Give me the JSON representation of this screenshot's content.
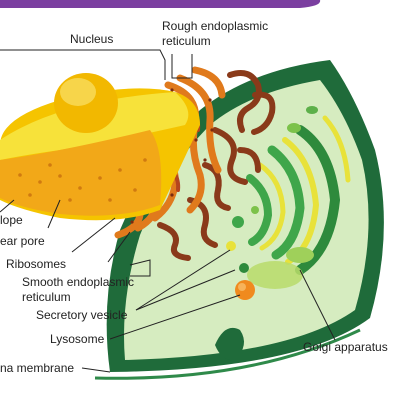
{
  "labels": {
    "nucleus": "Nucleus",
    "rough_er_line1": "Rough endoplasmic",
    "rough_er_line2": "reticulum",
    "envelope_fragment": "lope",
    "pore_fragment": "ear pore",
    "ribosomes": "Ribosomes",
    "smooth_er_line1": "Smooth endoplasmic",
    "smooth_er_line2": "reticulum",
    "secretory_vesicle": "Secretory vesicle",
    "lysosome": "Lysosome",
    "plasma_membrane_fragment": "na membrane",
    "golgi": "Golgi apparatus"
  },
  "colors": {
    "header_band": "#7b3fa0",
    "cytoplasm_dark": "#1f6b3a",
    "cytoplasm_light": "#d6ecc0",
    "nucleus_yellow": "#f5d000",
    "nucleolus": "#f2b800",
    "rough_er": "#e07a1c",
    "smooth_er": "#8a3a1a",
    "golgi_green": "#3fa64a",
    "golgi_yellow": "#e8e23a",
    "lysosome": "#f08a1e"
  }
}
